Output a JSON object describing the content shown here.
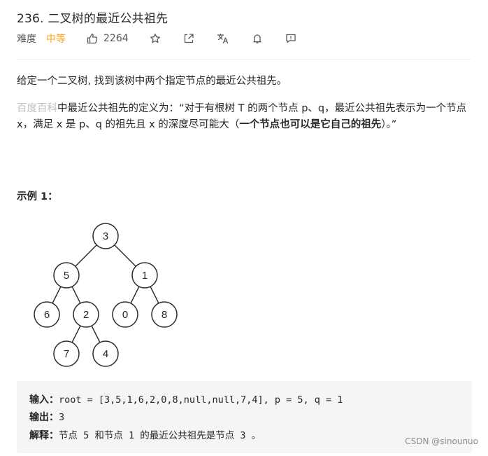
{
  "problem": {
    "title": "236. 二叉树的最近公共祖先",
    "difficulty_label": "难度",
    "difficulty": "中等",
    "likes": "2264",
    "accent_color": "#ffa116"
  },
  "toolbar_icons": [
    "thumbs-up-icon",
    "star-icon",
    "share-icon",
    "translate-icon",
    "bell-icon",
    "feedback-icon"
  ],
  "description": {
    "para1": "给定一个二叉树, 找到该树中两个指定节点的最近公共祖先。",
    "link_text": "百度百科",
    "para2_rest": "中最近公共祖先的定义为：“对于有根树 T 的两个节点 p、q，最近公共祖先表示为一个节点 x，满足 x 是 p、q 的祖先且 x 的深度尽可能大（",
    "para2_bold": "一个节点也可以是它自己的祖先",
    "para2_end": "）。”"
  },
  "example": {
    "heading": "示例 1：",
    "tree_nodes": [
      "3",
      "5",
      "1",
      "6",
      "2",
      "0",
      "8",
      "7",
      "4"
    ],
    "input_label": "输入：",
    "input_value": "root = [3,5,1,6,2,0,8,null,null,7,4], p = 5, q = 1",
    "output_label": "输出：",
    "output_value": "3",
    "explain_label": "解释：",
    "explain_value": "节点 5 和节点 1 的最近公共祖先是节点 3 。"
  },
  "watermark": "CSDN @sinounuo"
}
